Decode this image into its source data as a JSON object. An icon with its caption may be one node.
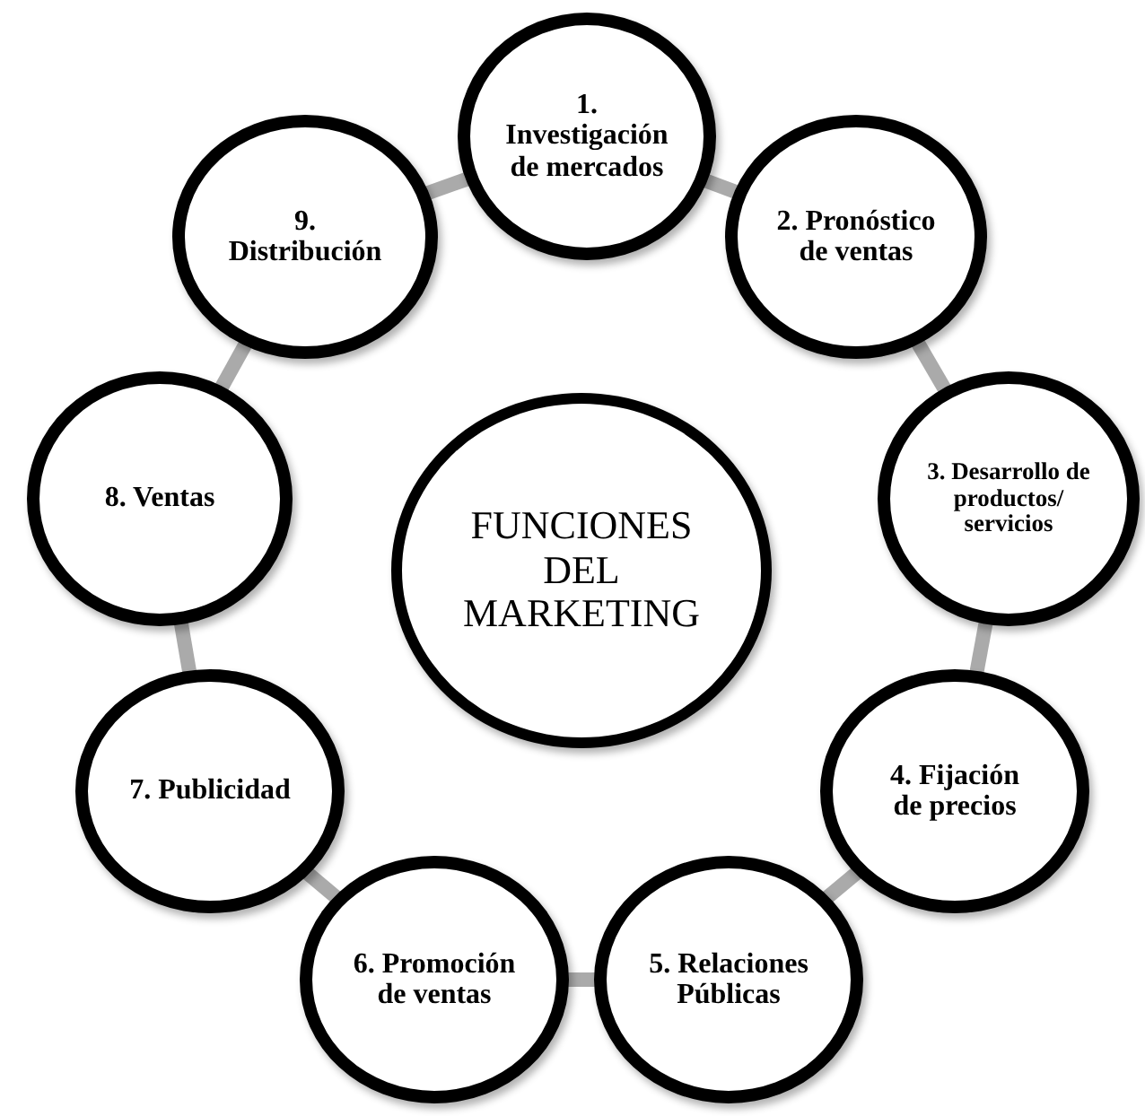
{
  "diagram": {
    "nodes": [
      {
        "text": [
          "FUNCIONES DEL MARKETING"
        ]
      },
      {
        "text": [
          "1. Investigación de mercados"
        ]
      },
      {
        "text": [
          "2. Pronóstico de ventas"
        ]
      },
      {
        "text": [
          "3. Desarrollo de productos/ servicios"
        ]
      },
      {
        "text": [
          "4. Fijación de precios"
        ]
      },
      {
        "text": [
          "5. Relaciones Públicas"
        ]
      },
      {
        "text": [
          "6. Promoción de ventas"
        ]
      },
      {
        "text": [
          "7. Publicidad"
        ]
      },
      {
        "text": [
          "8. Ventas"
        ]
      },
      {
        "text": [
          "9. Distribución"
        ]
      }
    ],
    "edges": [
      {
        "from": 1,
        "to": 2,
        "arrow": "none"
      },
      {
        "from": 2,
        "to": 3,
        "arrow": "none"
      },
      {
        "from": 3,
        "to": 4,
        "arrow": "none"
      },
      {
        "from": 4,
        "to": 5,
        "arrow": "none"
      },
      {
        "from": 5,
        "to": 6,
        "arrow": "none"
      },
      {
        "from": 6,
        "to": 7,
        "arrow": "none"
      },
      {
        "from": 7,
        "to": 8,
        "arrow": "none"
      },
      {
        "from": 8,
        "to": 9,
        "arrow": "none"
      },
      {
        "from": 9,
        "to": 1,
        "arrow": "none"
      }
    ]
  }
}
